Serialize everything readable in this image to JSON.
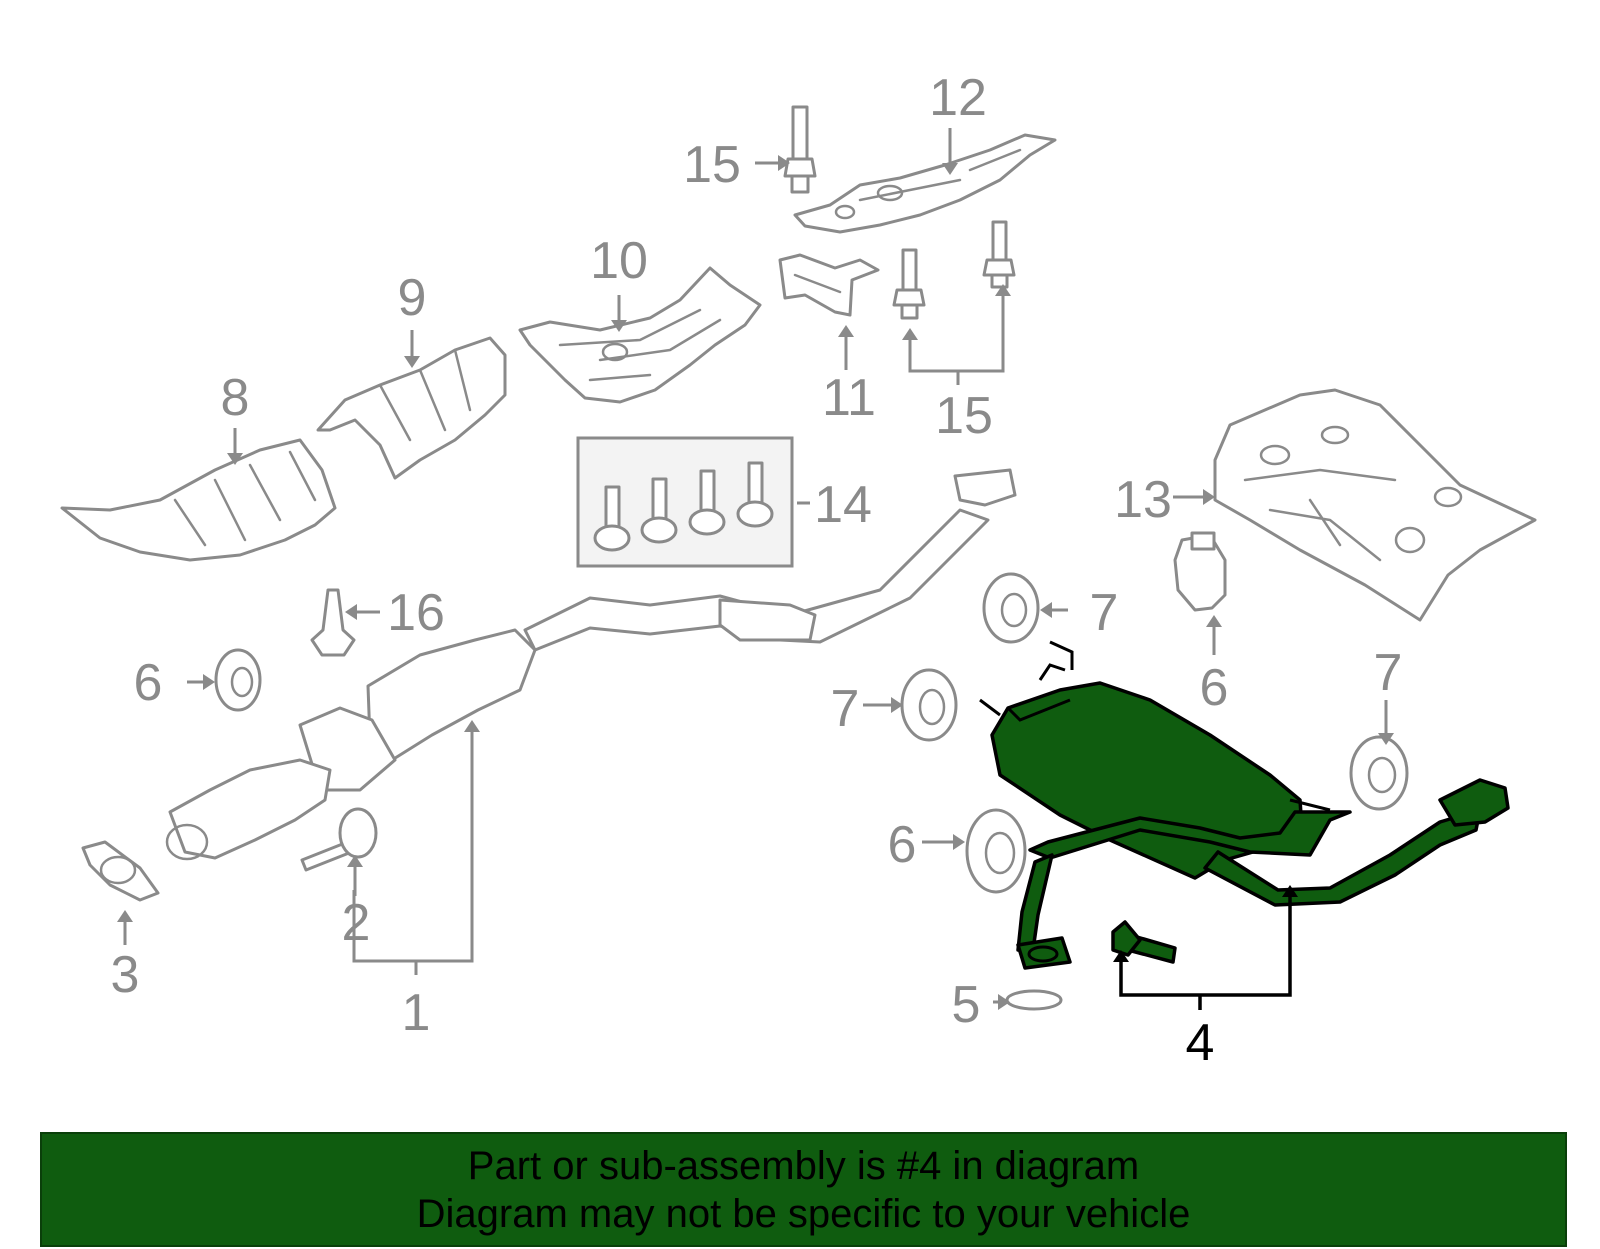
{
  "callouts": {
    "c1": "1",
    "c2": "2",
    "c3": "3",
    "c4": "4",
    "c5": "5",
    "c6a": "6",
    "c6b": "6",
    "c6c": "6",
    "c7a": "7",
    "c7b": "7",
    "c7c": "7",
    "c8": "8",
    "c9": "9",
    "c10": "10",
    "c11": "11",
    "c12": "12",
    "c13": "13",
    "c14": "14",
    "c15a": "15",
    "c15b": "15",
    "c16": "16"
  },
  "highlighted_part": "4",
  "colors": {
    "highlight": "#0f5c0f",
    "line_art": "#8a8a8a",
    "banner": "#0f5c0f"
  },
  "banner": {
    "line1": "Part or sub-assembly is #4 in diagram",
    "line2": "Diagram may not be specific to your vehicle"
  }
}
